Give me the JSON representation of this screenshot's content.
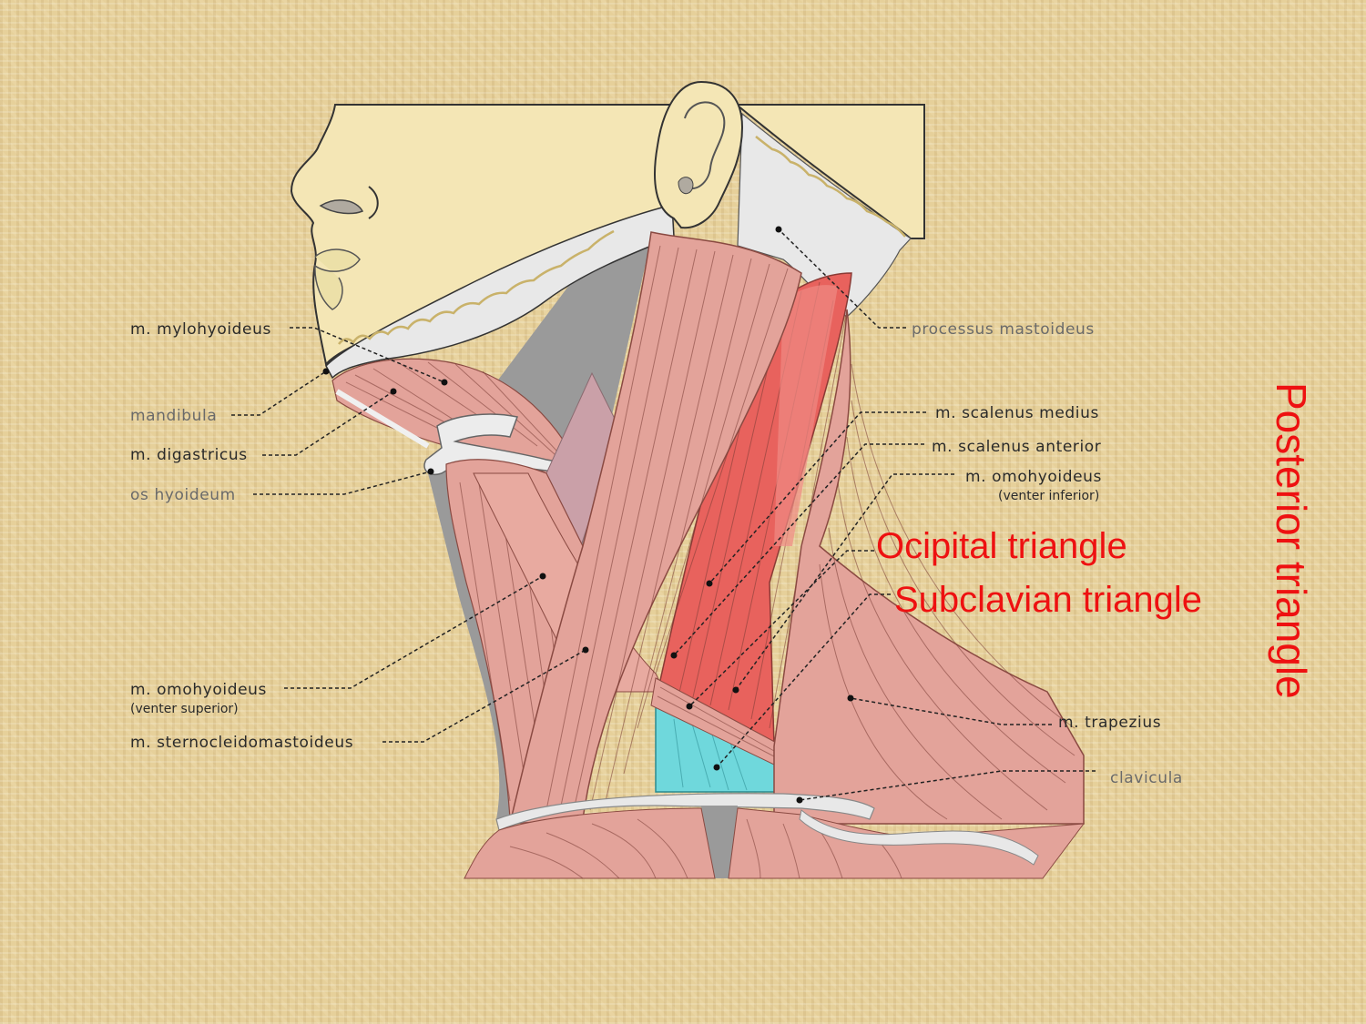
{
  "labels_left": {
    "mylohyoideus": "m. mylohyoideus",
    "mandibula": "mandibula",
    "digastricus": "m. digastricus",
    "hyoideum": "os hyoideum",
    "omohyoideus_sup": "m. omohyoideus",
    "omohyoideus_sup_note": "(venter superior)",
    "sternocleidomastoideus": "m. sternocleidomastoideus"
  },
  "labels_right": {
    "mastoideus": "processus mastoideus",
    "scalenus_medius": "m. scalenus medius",
    "scalenus_anterior": "m. scalenus anterior",
    "omohyoideus_inf": "m. omohyoideus",
    "omohyoideus_inf_note": "(venter inferior)",
    "trapezius": "m. trapezius",
    "clavicula": "clavicula"
  },
  "regions": {
    "occipital": "Ocipital triangle",
    "subclavian": "Subclavian triangle",
    "posterior": "Posterior triangle"
  },
  "colors": {
    "highlight_text": "#ee1111",
    "muscle": "#e3a39a",
    "scalene": "#e8625d",
    "bone": "#e8e8e8",
    "skin": "#f4e6b5",
    "cyan_region": "#6fd8dc"
  }
}
